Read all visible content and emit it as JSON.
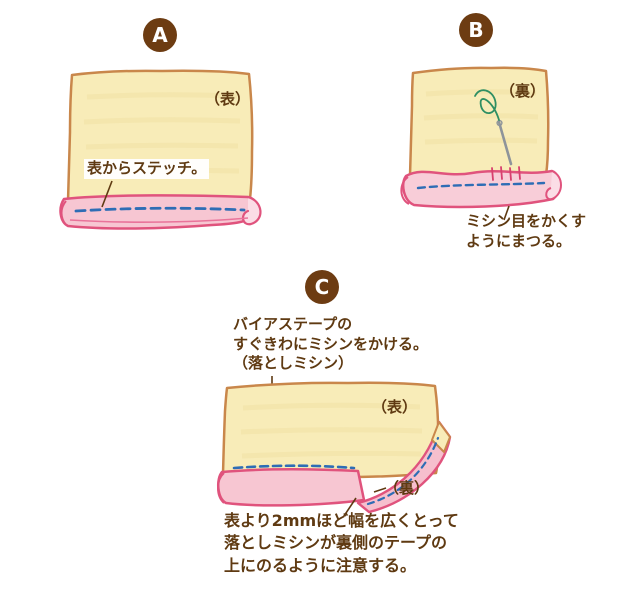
{
  "page": {
    "background": "#ffffff"
  },
  "colors": {
    "badge_brown": "#6d3c12",
    "text_brown": "#5f3a12",
    "fabric_cream": "#f8ecb8",
    "fabric_outline": "#c9874b",
    "tape_pink_fill": "#f7c6d2",
    "tape_pink_outline": "#e0537d",
    "stitch_blue": "#2e6db5",
    "thread_green": "#2f8f63"
  },
  "steps": {
    "a": {
      "badge": "A",
      "side_label": "（表）",
      "caption": "表からステッチ。"
    },
    "b": {
      "badge": "B",
      "side_label": "（裏）",
      "caption": [
        "ミシン目をかくす",
        "ようにまつる。"
      ]
    },
    "c": {
      "badge": "C",
      "caption_top": [
        "バイアステープの",
        "すぐきわにミシンをかける。",
        "（落としミシン）"
      ],
      "side_label_front": "（表）",
      "side_label_back": "（裏）",
      "caption_bottom": [
        "表より2mmほど幅を広くとって",
        "落としミシンが裏側のテープの",
        "上にのるように注意する。"
      ]
    }
  }
}
